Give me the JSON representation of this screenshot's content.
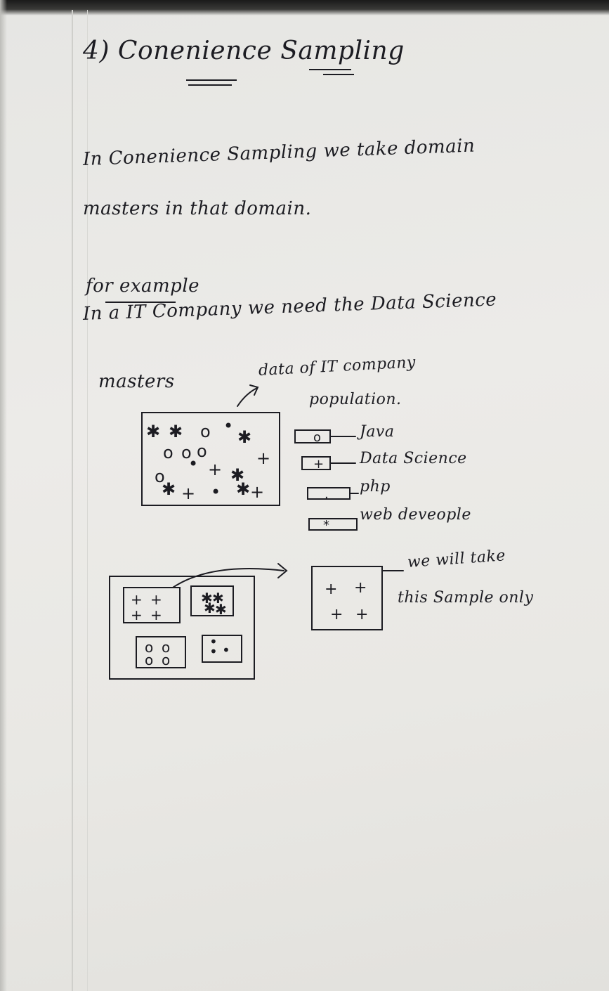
{
  "title": "4) Conenience Sampling",
  "definition": {
    "line1": "In Conenience Sampling we take domain",
    "line2": "masters in that domain."
  },
  "example": {
    "heading": "for example",
    "line1": "In a IT Company we need the Data Science",
    "line2": "masters"
  },
  "population": {
    "label_line1": "data of IT company",
    "label_line2": "population."
  },
  "legend": [
    {
      "symbol": "o",
      "label": "Java"
    },
    {
      "symbol": "+",
      "label": "Data Science"
    },
    {
      "symbol": ".",
      "label": "php"
    },
    {
      "symbol": "*",
      "label": "web deveople"
    }
  ],
  "sample_note": {
    "line1": "we will take",
    "line2": "this Sample only"
  }
}
